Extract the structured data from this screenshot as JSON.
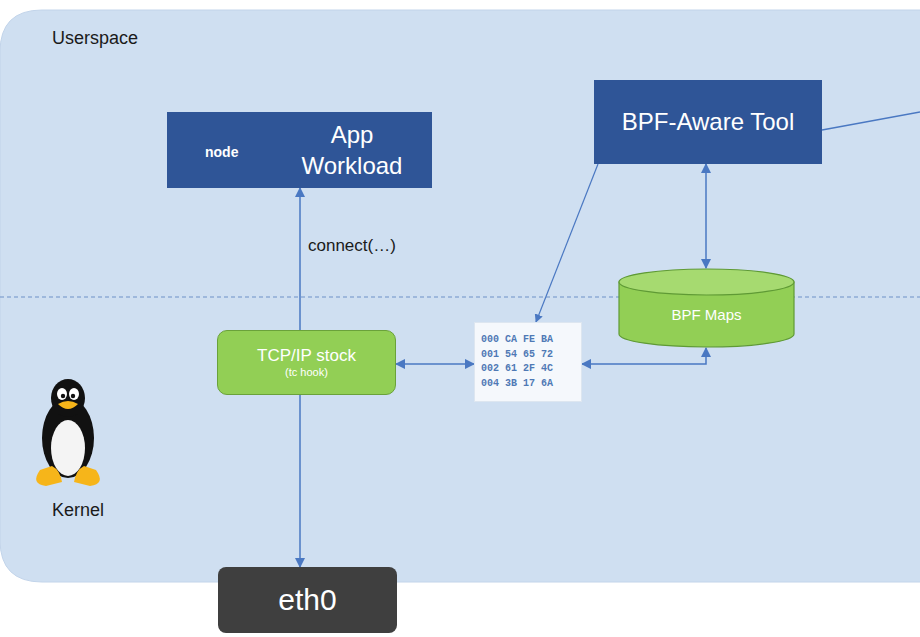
{
  "diagram": {
    "nodes": [
      {
        "text": [
          "App Workload"
        ]
      },
      {
        "text": [
          "BPF-Aware Tool"
        ]
      },
      {
        "text": [
          "BPF Maps"
        ]
      },
      {
        "text": [
          "TCP/IP stock",
          "(tc hook)"
        ]
      },
      {
        "text": [
          "000 CA FE BA",
          "001 54 65 72",
          "002 61 2F 4C",
          "004 3B 17 6A"
        ]
      },
      {
        "text": [
          "eth0"
        ]
      }
    ],
    "edges": [
      {
        "from": 3,
        "to": 0,
        "arrow": "to"
      },
      {
        "from": 3,
        "to": 5,
        "arrow": "to"
      },
      {
        "from": 3,
        "to": 4,
        "arrow": "both"
      },
      {
        "from": 2,
        "to": 4,
        "arrow": "both"
      },
      {
        "from": 1,
        "to": 2,
        "arrow": "both"
      },
      {
        "from": 1,
        "to": 4,
        "arrow": "to"
      }
    ],
    "labels": [
      "Userspace",
      "Kernel",
      "connect(…)",
      "node"
    ]
  }
}
